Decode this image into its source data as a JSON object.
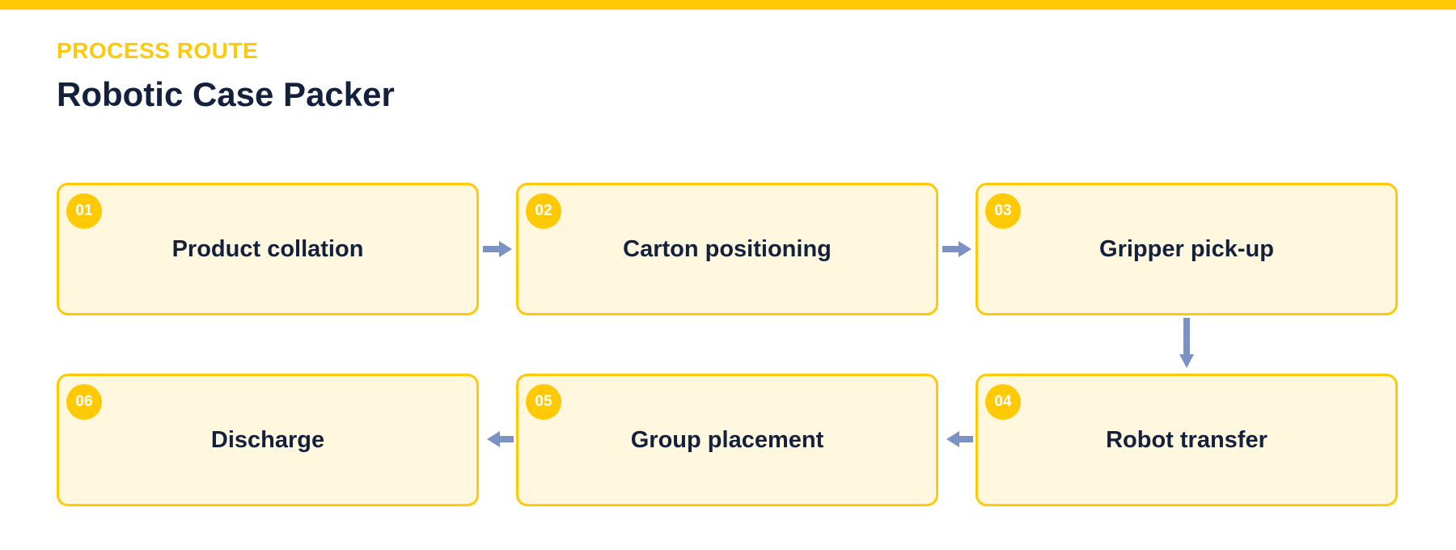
{
  "header": {
    "eyebrow": "PROCESS ROUTE",
    "title": "Robotic Case Packer"
  },
  "colors": {
    "accent": "#ffc906",
    "box_fill": "#fff8df",
    "text_dark": "#14213d",
    "arrow": "#7b93c4"
  },
  "steps": [
    {
      "number": "01",
      "label": "Product collation"
    },
    {
      "number": "02",
      "label": "Carton positioning"
    },
    {
      "number": "03",
      "label": "Gripper pick-up"
    },
    {
      "number": "04",
      "label": "Robot transfer"
    },
    {
      "number": "05",
      "label": "Group placement"
    },
    {
      "number": "06",
      "label": "Discharge"
    }
  ]
}
